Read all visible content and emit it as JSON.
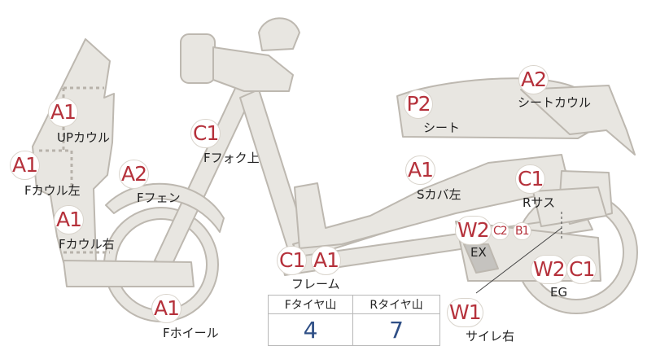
{
  "colors": {
    "part_fill": "#e8e6e1",
    "part_stroke": "#bdb8b0",
    "grade_text": "#b5313b",
    "value_text": "#2f4f86"
  },
  "parts": [
    {
      "id": "up-cowl",
      "grade": "A1",
      "label": "UPカウル"
    },
    {
      "id": "f-cowl-left",
      "grade": "A1",
      "label": "Fカウル左"
    },
    {
      "id": "f-cowl-right",
      "grade": "A1",
      "label": "Fカウル右"
    },
    {
      "id": "f-fender",
      "grade": "A2",
      "label": "Fフェン"
    },
    {
      "id": "f-fork-upper",
      "grade": "C1",
      "label": "Fフォク上"
    },
    {
      "id": "f-wheel",
      "grade": "A1",
      "label": "Fホイール"
    },
    {
      "id": "frame",
      "grades": [
        "C1",
        "A1"
      ],
      "label": "フレーム"
    },
    {
      "id": "seat",
      "grade": "P2",
      "label": "シート"
    },
    {
      "id": "seat-cowl",
      "grade": "A2",
      "label": "シートカウル"
    },
    {
      "id": "s-cover-left",
      "grade": "A1",
      "label": "Sカバ左"
    },
    {
      "id": "r-suspension",
      "grade": "C1",
      "label": "Rサス"
    },
    {
      "id": "exhaust",
      "grades": [
        "W2",
        "C2",
        "B1"
      ],
      "label": "EX"
    },
    {
      "id": "engine",
      "grades": [
        "W2",
        "C1"
      ],
      "label": "EG"
    },
    {
      "id": "muffler-right",
      "grade": "W1",
      "label": "サイレ右"
    }
  ],
  "tread_table": {
    "headers": [
      "Fタイヤ山",
      "Rタイヤ山"
    ],
    "values": [
      "4",
      "7"
    ]
  }
}
